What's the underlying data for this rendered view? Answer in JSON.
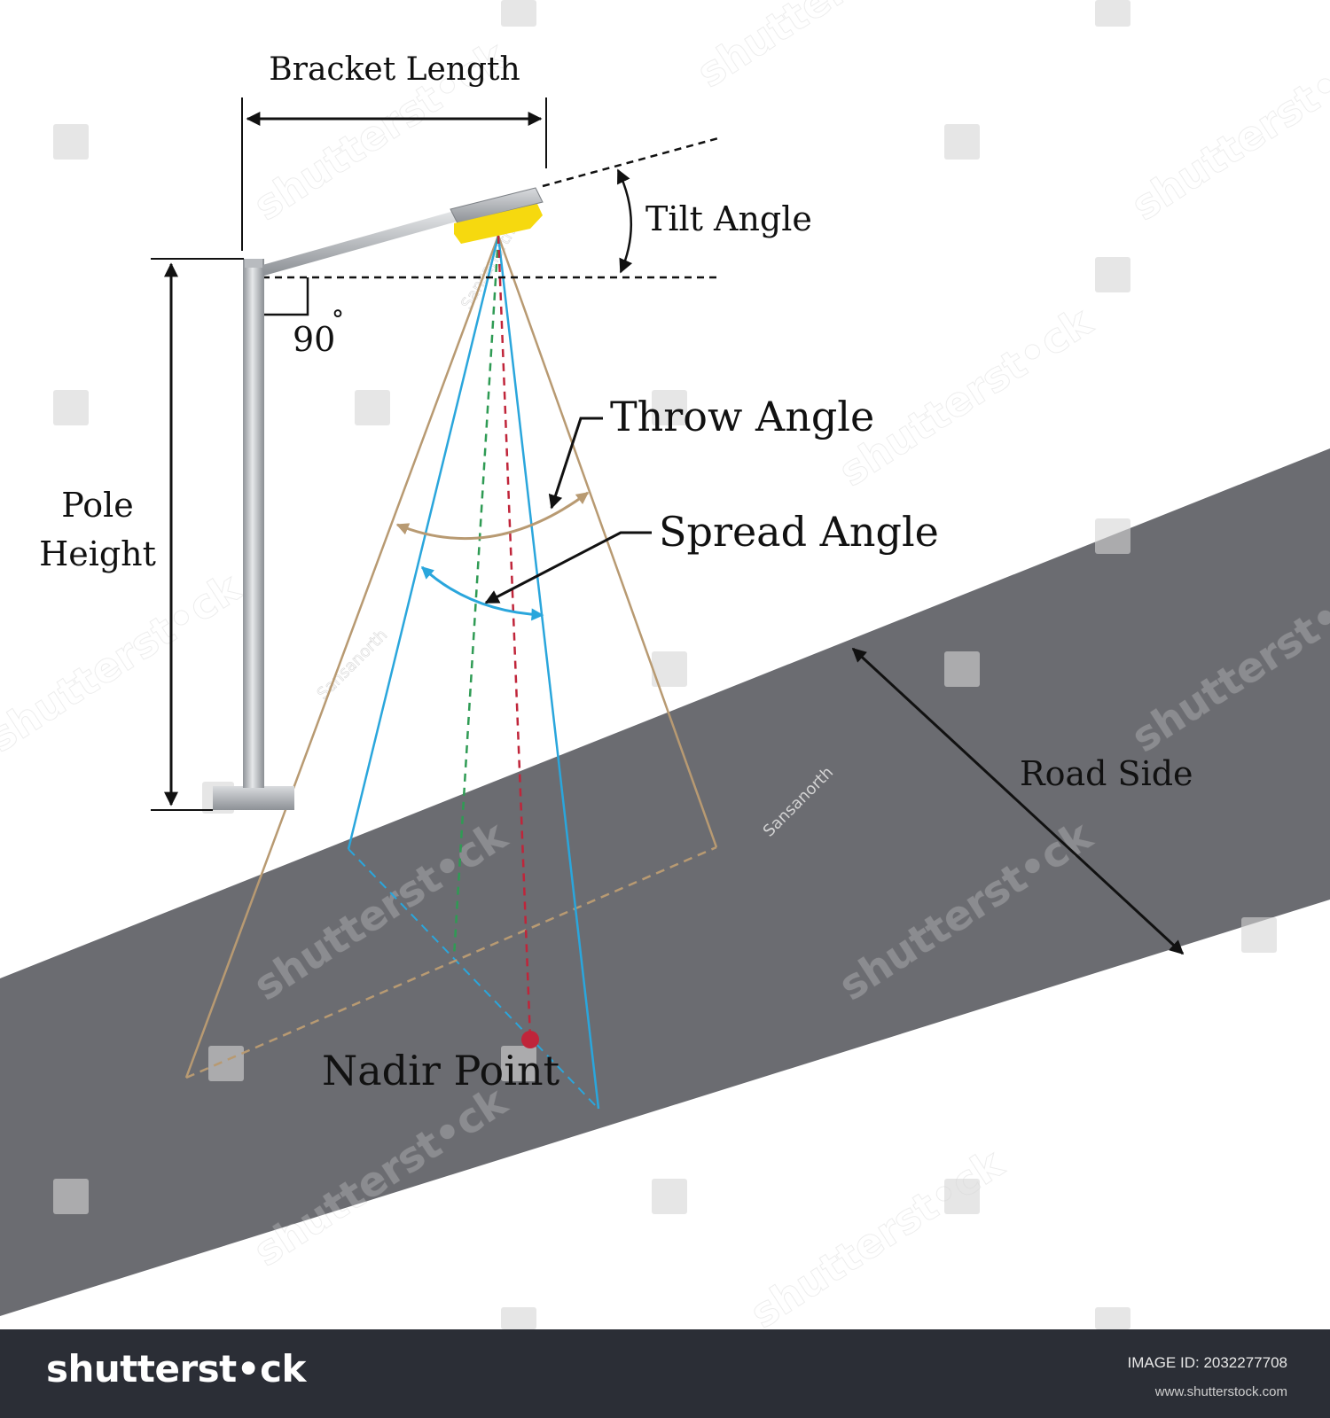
{
  "labels": {
    "bracket_length": "Bracket Length",
    "tilt_angle": "Tilt Angle",
    "right_angle": "90",
    "degree": "°",
    "pole_line1": "Pole",
    "pole_line2": "Height",
    "throw_angle": "Throw Angle",
    "spread_angle": "Spread Angle",
    "road_side": "Road Side",
    "nadir_point": "Nadir Point"
  },
  "watermark": {
    "brand": "shutterst•ck",
    "author": "Sansanorth"
  },
  "footer": {
    "logo": "shutterst•ck",
    "image_id": "IMAGE ID: 2032277708",
    "site": "www.shutterstock.com"
  },
  "colors": {
    "road": "#6b6c71",
    "throw_beam": "#b89a72",
    "spread_beam": "#2aa6dc",
    "nadir_line": "#c0253a",
    "centre_line": "#2f9b54",
    "lamp_glow": "#f6d90f",
    "footer_bg": "#2b2e36"
  }
}
